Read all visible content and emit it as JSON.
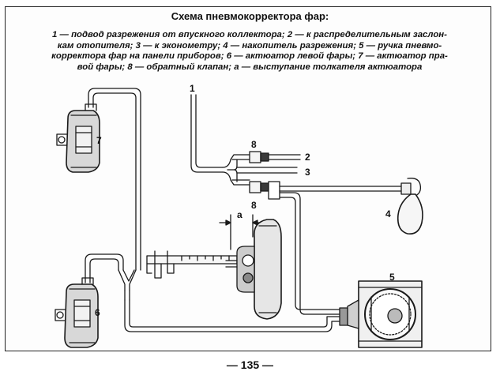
{
  "caption": {
    "title": "Схема пневмокорректора фар:",
    "lines": [
      "1 — подвод разрежения от впускного коллектора; 2 — к распределительным заслон-",
      "кам отопителя; 3 — к эконометру; 4 — накопитель разрежения; 5 — ручка пневмо-",
      "корректора фар на панели приборов; 6 — актюатор левой фары; 7 — актюатор пра-",
      "вой фары; 8 — обратный клапан; а — выступание толкателя актюатора"
    ]
  },
  "labels": {
    "n1": "1",
    "n2": "2",
    "n3": "3",
    "n4": "4",
    "n5": "5",
    "n6": "6",
    "n7": "7",
    "n8_top": "8",
    "n8_bottom": "8",
    "a": "a"
  },
  "page_number": "— 135 —"
}
